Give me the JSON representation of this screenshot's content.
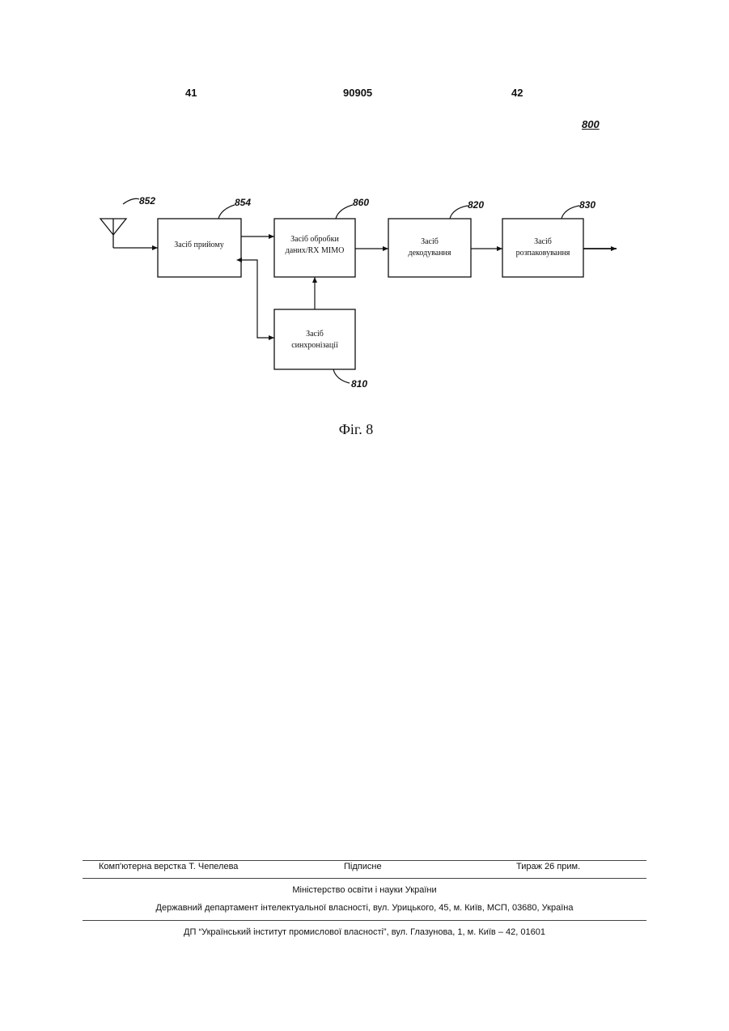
{
  "header": {
    "page_left": "41",
    "patent_number": "90905",
    "page_right": "42"
  },
  "figure": {
    "ref_number": "800",
    "caption": "Фіг. 8",
    "blocks": {
      "receiver": {
        "ref": "854",
        "lines": [
          "Засіб прийому"
        ]
      },
      "processor": {
        "ref": "860",
        "lines": [
          "Засіб обробки",
          "даних/RX MIMO"
        ]
      },
      "decoder": {
        "ref": "820",
        "lines": [
          "Засіб",
          "декодування"
        ]
      },
      "unpacker": {
        "ref": "830",
        "lines": [
          "Засіб",
          "розпаковування"
        ]
      },
      "sync": {
        "ref": "810",
        "lines": [
          "Засіб",
          "синхронізації"
        ]
      }
    },
    "antenna_ref": "852"
  },
  "footer": {
    "layout_by": "Комп'ютерна верстка Т. Чепелева",
    "signed": "Підписне",
    "circulation": "Тираж 26 прим.",
    "ministry": "Міністерство освіти і науки України",
    "department": "Державний департамент інтелектуальної власності, вул. Урицького, 45, м. Київ, МСП, 03680, Україна",
    "institute": "ДП “Український інститут промислової власності”, вул. Глазунова, 1, м. Київ – 42, 01601"
  }
}
